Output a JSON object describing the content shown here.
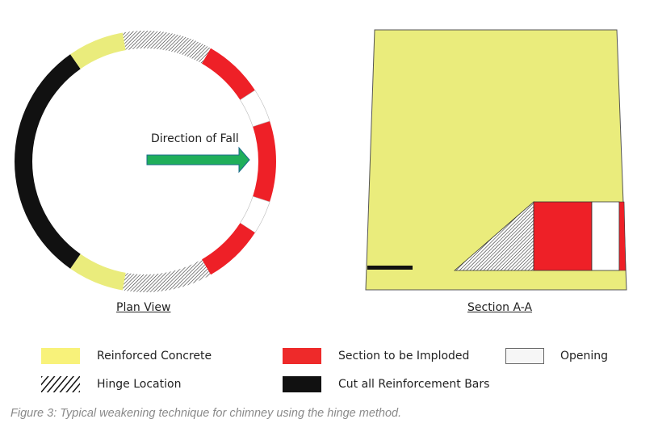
{
  "colors": {
    "reinforced_concrete": "#eaec7c",
    "section_to_be_imploded": "#ee2027",
    "opening": "#ffffff",
    "cut_bars": "#111111",
    "arrow": "#1fae5a"
  },
  "plan_view": {
    "title": "Plan View",
    "arrow_label": "Direction of Fall",
    "ring_segments": [
      {
        "type": "section_to_be_imploded",
        "start_deg": -18,
        "end_deg": 18
      },
      {
        "type": "opening",
        "start_deg": 18,
        "end_deg": 33
      },
      {
        "type": "section_to_be_imploded",
        "start_deg": 33,
        "end_deg": 60
      },
      {
        "type": "hinge_location",
        "start_deg": 60,
        "end_deg": 100
      },
      {
        "type": "reinforced_concrete",
        "start_deg": 100,
        "end_deg": 125
      },
      {
        "type": "cut_all_reinforcement_bars",
        "start_deg": 125,
        "end_deg": 235
      },
      {
        "type": "reinforced_concrete",
        "start_deg": 235,
        "end_deg": 260
      },
      {
        "type": "hinge_location",
        "start_deg": 260,
        "end_deg": 300
      },
      {
        "type": "section_to_be_imploded",
        "start_deg": 300,
        "end_deg": 327
      },
      {
        "type": "opening",
        "start_deg": 327,
        "end_deg": 342
      }
    ]
  },
  "section_view": {
    "title": "Section A-A"
  },
  "legend": {
    "items": [
      {
        "key": "reinforced_concrete",
        "label": "Reinforced Concrete"
      },
      {
        "key": "section_to_be_imploded",
        "label": "Section to be Imploded"
      },
      {
        "key": "opening",
        "label": "Opening"
      },
      {
        "key": "hinge_location",
        "label": "Hinge Location"
      },
      {
        "key": "cut_all_reinforcement_bars",
        "label": "Cut all Reinforcement Bars"
      }
    ]
  },
  "caption": "Figure 3: Typical weakening technique for chimney using the hinge method."
}
